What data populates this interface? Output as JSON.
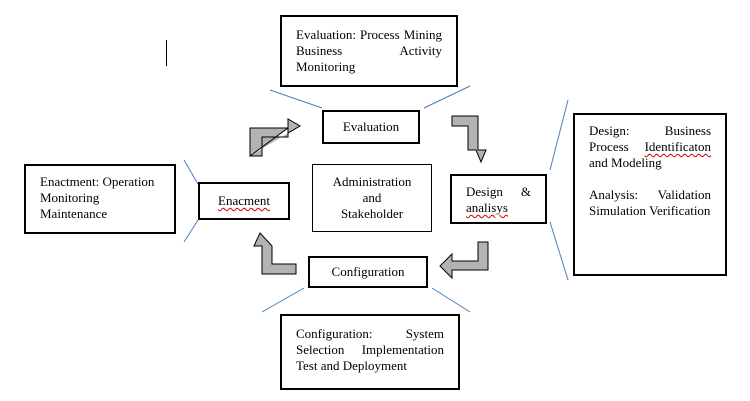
{
  "center_box": {
    "line1": "Administration",
    "line2": "and",
    "line3": "Stakeholder"
  },
  "cycle": {
    "evaluation": "Evaluation",
    "design_line1": "Design   &",
    "design_line2": "analisys",
    "configuration": "Configuration",
    "enactment": "Enacment"
  },
  "details": {
    "evaluation": "Evaluation: Process Mining Business Activity Monitoring",
    "design_part1": "Design: Business Process",
    "design_misspelled": "Identificaton",
    "design_part2": "and Modeling",
    "analysis": "Analysis: Validation Simulation Verification",
    "configuration": "Configuration: System Selection Implementation Test and Deployment",
    "enactment": "Enactment: Operation Monitoring Maintenance"
  },
  "colors": {
    "arrow_fill": "#b3b3b3",
    "connector_line": "#4a7ec0",
    "spellcheck_underline": "#d00000"
  }
}
